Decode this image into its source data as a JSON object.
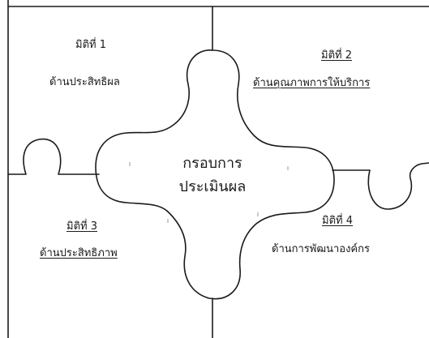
{
  "center": {
    "line1": "กรอบการ",
    "line2": "ประเมินผล"
  },
  "pieces": [
    {
      "heading": "มิติที่ 1",
      "subtitle": "ด้านประสิทธิผล"
    },
    {
      "heading": "มิติที่ 2",
      "subtitle": "ด้านคุณภาพการให้บริการ"
    },
    {
      "heading": "มิติที่ 3",
      "subtitle": "ด้านประสิทธิภาพ"
    },
    {
      "heading": "มิติที่ 4",
      "subtitle": "ด้านการพัฒนาองค์กร"
    }
  ],
  "colors": {
    "stroke": "#1a1a1a",
    "background": "#ffffff",
    "text": "#1a1a1a"
  }
}
